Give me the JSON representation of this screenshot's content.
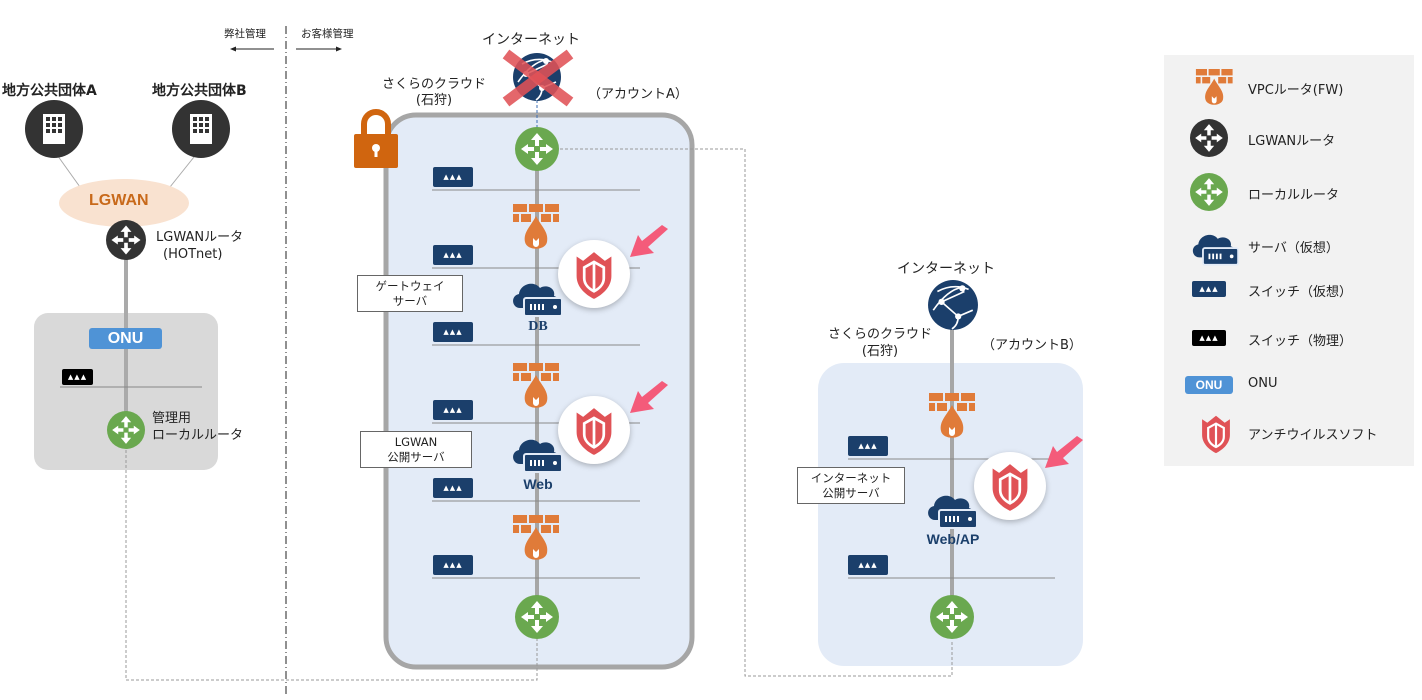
{
  "management": {
    "left_label": "弊社管理",
    "right_label": "お客様管理"
  },
  "left_site": {
    "org_a": "地方公共団体A",
    "org_b": "地方公共団体B",
    "lgwan_cloud": "LGWAN",
    "lgwan_router_line1": "LGWANルータ",
    "lgwan_router_line2": "(HOTnet)",
    "onu": "ONU",
    "mgmt_router_line1": "管理用",
    "mgmt_router_line2": "ローカルルータ"
  },
  "account_a": {
    "internet_label": "インターネット",
    "internet_status": "blocked",
    "cloud_line1": "さくらのクラウド",
    "cloud_line2": "(石狩)",
    "account": "（アカウントA）",
    "gateway_callout_line1": "ゲートウェイ",
    "gateway_callout_line2": "サーバ",
    "db_label": "DB",
    "lgwan_callout_line1": "LGWAN",
    "lgwan_callout_line2": "公開サーバ",
    "web_label": "Web"
  },
  "account_b": {
    "internet_label": "インターネット",
    "cloud_line1": "さくらのクラウド",
    "cloud_line2": "(石狩)",
    "account": "（アカウントB）",
    "callout_line1": "インターネット",
    "callout_line2": "公開サーバ",
    "server_label": "Web/AP"
  },
  "legend": {
    "items": [
      {
        "icon": "vpc-router-firewall-icon",
        "label": "VPCルータ(FW)"
      },
      {
        "icon": "lgwan-router-icon",
        "label": "LGWANルータ"
      },
      {
        "icon": "local-router-icon",
        "label": "ローカルルータ"
      },
      {
        "icon": "virtual-server-icon",
        "label": "サーバ（仮想）"
      },
      {
        "icon": "virtual-switch-icon",
        "label": "スイッチ（仮想）"
      },
      {
        "icon": "physical-switch-icon",
        "label": "スイッチ（物理）"
      },
      {
        "icon": "onu-icon",
        "label": "ONU",
        "badge": "ONU"
      },
      {
        "icon": "antivirus-shield-icon",
        "label": "アンチウイルスソフト"
      }
    ]
  },
  "colors": {
    "firewall": "#e07b39",
    "local_router": "#6aa84f",
    "lgwan_router": "#333333",
    "server_navy": "#1b3f6b",
    "antivirus_red": "#e05256",
    "highlight_arrow": "#f45b7a",
    "cloud_bg": "#e3ebf7",
    "lock_orange": "#d0650f",
    "onu_blue": "#4f93d6",
    "lgwan_ellipse": "#f9e2d0",
    "lgwan_text": "#c8691a"
  }
}
